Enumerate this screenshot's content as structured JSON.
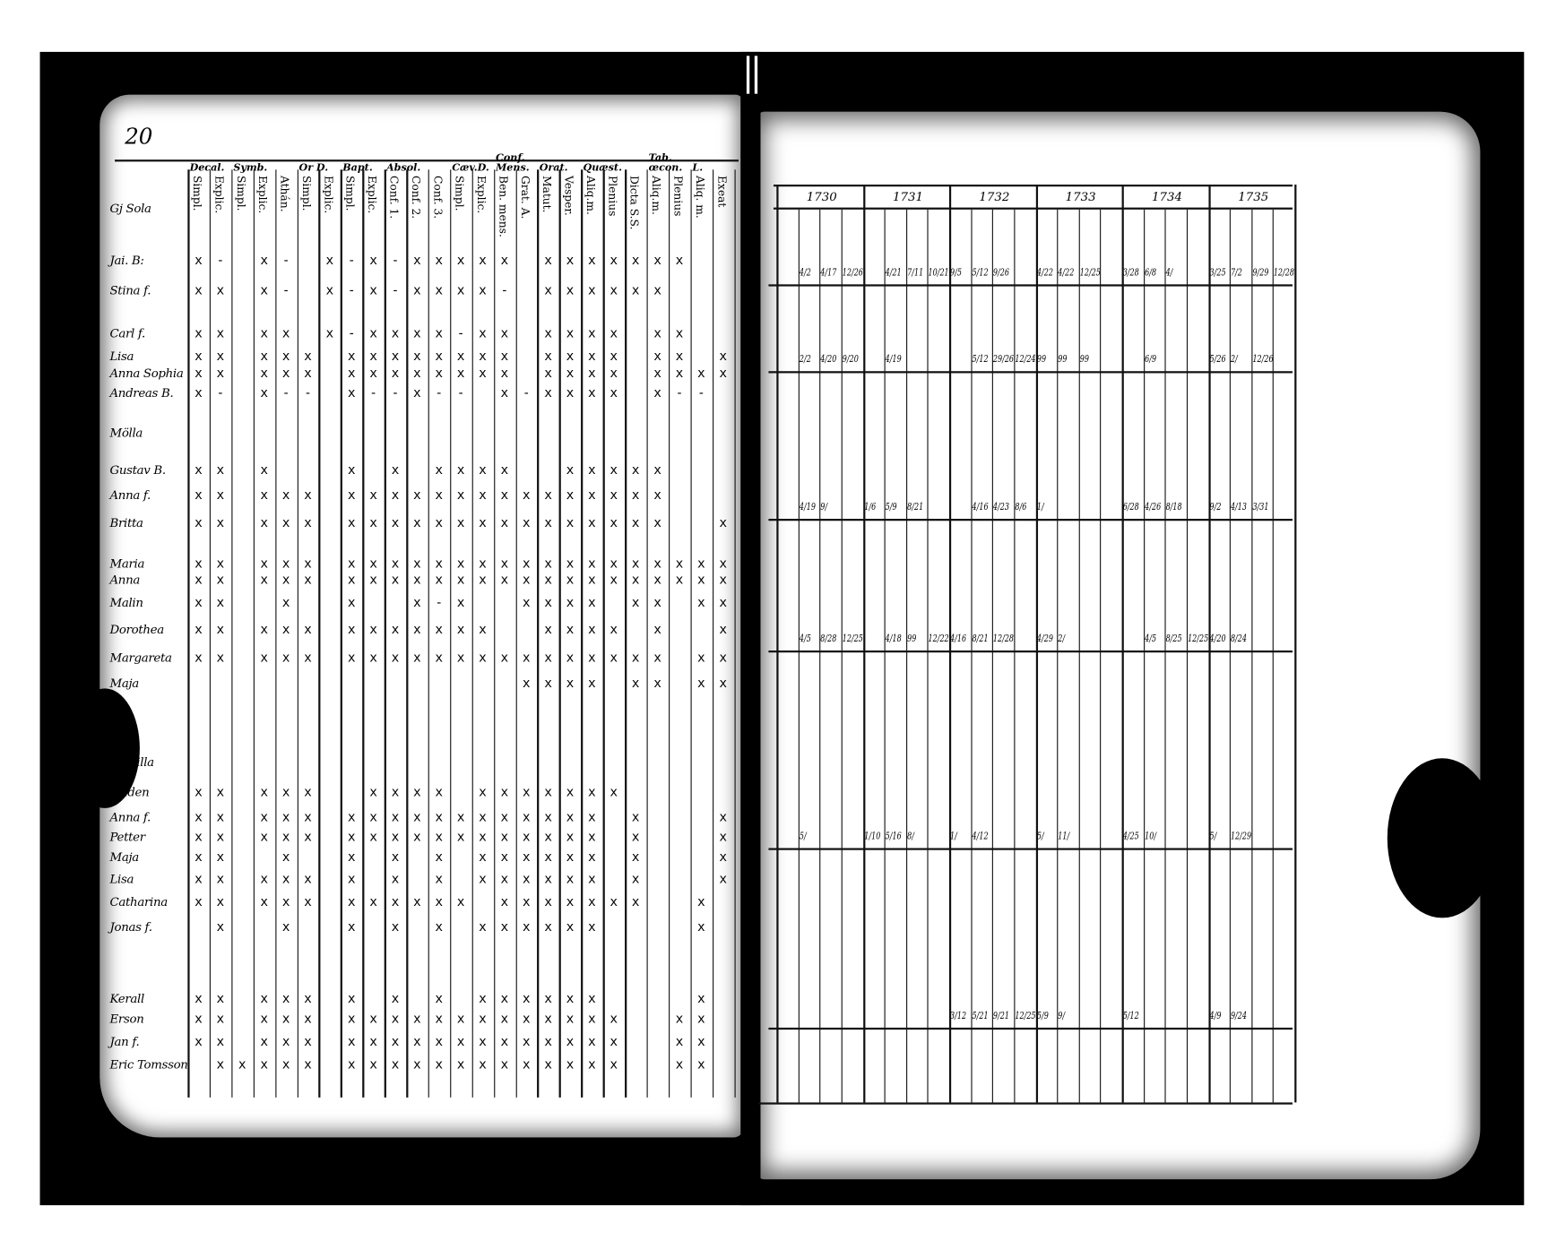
{
  "document": {
    "page_number": "20",
    "left_table": {
      "groups": [
        {
          "label": "Decal.",
          "columns": [
            "Simpl.",
            "Explic."
          ]
        },
        {
          "label": "Symb.",
          "columns": [
            "Simpl.",
            "Explic.",
            "Athán."
          ]
        },
        {
          "label": "Or D.",
          "columns": [
            "Simpl.",
            "Explic."
          ]
        },
        {
          "label": "Bapt.",
          "columns": [
            "Simpl.",
            "Explic."
          ]
        },
        {
          "label": "Absol.",
          "columns": [
            "Conf. 1.",
            "Conf. 2.",
            "Conf. 3."
          ]
        },
        {
          "label": "Cæv.D.",
          "columns": [
            "Simpl.",
            "Explic."
          ]
        },
        {
          "label": "Conf. Mens.",
          "columns": [
            "Ben. mens.",
            "Grat. A."
          ]
        },
        {
          "label": "Orat.",
          "columns": [
            "Matut.",
            "Vesper."
          ]
        },
        {
          "label": "Quæst.",
          "columns": [
            "Aliq.m.",
            "Plenius",
            "Dicta S.S."
          ]
        },
        {
          "label": "Tab. œcon.",
          "columns": [
            "Aliq.m.",
            "Plenius"
          ]
        },
        {
          "label": "L.",
          "columns": [
            "Aliq. m.",
            "Exeat"
          ]
        }
      ],
      "rows": [
        {
          "name": "Gj Sola",
          "marks": "                         "
        },
        {
          "name": "Jai. B:",
          "marks": "x- x- x-x-xxxxx xxxxxxx  "
        },
        {
          "name": "Stina f.",
          "marks": "xx x- x-x-xxxx- xxxxxx   "
        },
        {
          "name": "Carl f.",
          "marks": "xx xx x-xxxx-xx xxxx xx  "
        },
        {
          "name": "Lisa",
          "marks": "xx xxx xxxxxxxx xxxx xx xx"
        },
        {
          "name": "Anna Sophia",
          "marks": "xx xxx xxxxxxxx xxxx xxxx "
        },
        {
          "name": "Andreas B.",
          "marks": "x- x-- x--x-- x-xxxx x-- x"
        },
        {
          "name": "Mölla",
          "marks": "                         "
        },
        {
          "name": "Gustav B.",
          "marks": "xx x   x x xxxx  xxxxx    "
        },
        {
          "name": "Anna f.",
          "marks": "xx xxx xxxxxxxxxxxxxxx    "
        },
        {
          "name": "Britta",
          "marks": "xx xxx xxxxxxxxxxxxxxx  x "
        },
        {
          "name": "Maria",
          "marks": "xx xxx xxxxxxxxxxxxxxxxxx "
        },
        {
          "name": "Anna",
          "marks": "xx xxx xxxxxxxxxxxxxxxxxx "
        },
        {
          "name": "Malin",
          "marks": "xx  x  x  x-x  xxxx xx xx "
        },
        {
          "name": "Dorothea",
          "marks": "xx xxx xxxxxxx  xxxx x  x "
        },
        {
          "name": "Margareta",
          "marks": "xx xxx xxxxxxxxxxxxxxx xx "
        },
        {
          "name": "Maja",
          "marks": "               xxxx xx xx "
        },
        {
          "name": "Camilla",
          "marks": "                         "
        },
        {
          "name": "gladen",
          "marks": "xx xxx  xxxx xxxxxxx      "
        },
        {
          "name": "Anna f.",
          "marks": "xx xxx xxxxxxxxxxxx x   x "
        },
        {
          "name": "Petter",
          "marks": "xx xxx xxxxxxxxxxxx x   x "
        },
        {
          "name": "Maja",
          "marks": "xx  x  x x x xxxxxx x   x "
        },
        {
          "name": "Lisa",
          "marks": "xx xxx x x x xxxxxx x   x "
        },
        {
          "name": "Catharina",
          "marks": "xx xxx xxxxxx xxxxxxx  x  "
        },
        {
          "name": "Jonas f.",
          "marks": " x  x  x x x xxxxxx    x  "
        },
        {
          "name": "Kerall",
          "marks": "xx xxx x x x xxxxxx    x  "
        },
        {
          "name": "Erson",
          "marks": "xx xxx xxxxxxxxxxxxx  xx  "
        },
        {
          "name": "Jan f.",
          "marks": "xx xxx xxxxxxxxxxxxx  xx  "
        },
        {
          "name": "Eric Tomsson",
          "marks": " xxxxx xxxxxxxxxxxxx  xx  "
        }
      ]
    },
    "right_table": {
      "years": [
        "1730",
        "1731",
        "1732",
        "1733",
        "1734",
        "1735"
      ],
      "rows": [
        {
          "cells": [
            "",
            "4/2",
            "4/17",
            "12/26",
            "",
            "4/21",
            "7/11",
            "10/21",
            "9/5",
            "5/12",
            "9/26",
            "",
            "4/22",
            "4/22",
            "12/25",
            "",
            "3/28",
            "6/8",
            "4/",
            "",
            "3/25",
            "7/2",
            "9/29",
            "12/28"
          ]
        },
        {
          "cells": [
            "",
            "2/2",
            "4/20",
            "9/20",
            "",
            "4/19",
            "",
            "",
            "",
            "5/12",
            "29/26",
            "12/24",
            "99",
            "99",
            "99",
            "",
            "",
            "6/9",
            "",
            "",
            "5/26",
            "2/",
            "12/26",
            ""
          ]
        },
        {
          "cells": [
            "",
            "4/19",
            "9/",
            "",
            "1/6",
            "5/9",
            "8/21",
            "",
            "",
            "4/16",
            "4/23",
            "8/6",
            "1/",
            "",
            "",
            "",
            "6/28",
            "4/26",
            "8/18",
            "",
            "9/2",
            "4/13",
            "3/31",
            ""
          ]
        },
        {
          "cells": [
            "",
            "4/5",
            "8/28",
            "12/25",
            "",
            "4/18",
            "99",
            "12/22",
            "4/16",
            "8/21",
            "12/28",
            "",
            "4/29",
            "2/",
            "",
            "",
            "",
            "4/5",
            "8/25",
            "12/25",
            "4/20",
            "8/24",
            "",
            ""
          ]
        },
        {
          "cells": [
            "",
            "5/",
            "",
            "",
            "1/10",
            "5/16",
            "8/",
            "",
            "1/",
            "4/12",
            "",
            "",
            "5/",
            "11/",
            "",
            "",
            "4/25",
            "10/",
            "",
            "",
            "5/",
            "12/29",
            "",
            ""
          ]
        },
        {
          "cells": [
            "",
            "",
            "",
            "",
            "",
            "",
            "",
            "",
            "3/12",
            "5/21",
            "9/21",
            "12/25",
            "5/9",
            "9/",
            "",
            "",
            "5/12",
            "",
            "",
            "",
            "4/9",
            "9/24",
            "",
            ""
          ]
        }
      ]
    },
    "colors": {
      "ink": "#000000",
      "paper": "#ffffff"
    }
  }
}
